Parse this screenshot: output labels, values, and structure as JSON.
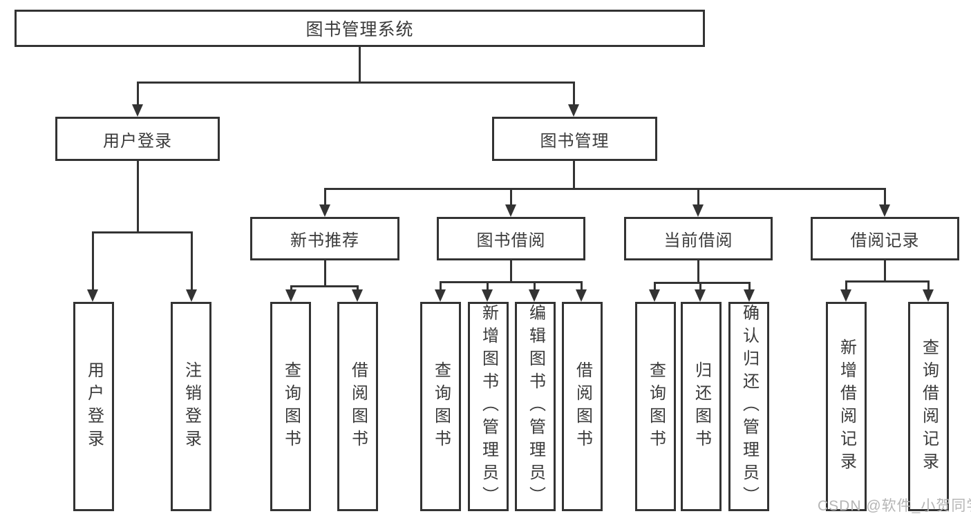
{
  "tree": {
    "root": {
      "label": "图书管理系统"
    },
    "branches": [
      {
        "label": "用户登录",
        "children": [
          {
            "label": "用户登录"
          },
          {
            "label": "注销登录"
          }
        ]
      },
      {
        "label": "图书管理",
        "children": [
          {
            "label": "新书推荐",
            "children": [
              {
                "label": "查询图书"
              },
              {
                "label": "借阅图书"
              }
            ]
          },
          {
            "label": "图书借阅",
            "children": [
              {
                "label": "查询图书"
              },
              {
                "label": "新增图书（管理员）"
              },
              {
                "label": "编辑图书（管理员）"
              },
              {
                "label": "借阅图书"
              }
            ]
          },
          {
            "label": "当前借阅",
            "children": [
              {
                "label": "查询图书"
              },
              {
                "label": "归还图书"
              },
              {
                "label": "确认归还（管理员）"
              }
            ]
          },
          {
            "label": "借阅记录",
            "children": [
              {
                "label": "新增借阅记录"
              },
              {
                "label": "查询借阅记录"
              }
            ]
          }
        ]
      }
    ]
  },
  "watermark": {
    "text": "CSDN @软件_小贺同学"
  },
  "colors": {
    "line": "#333333",
    "text": "#3a3a3a",
    "background": "#ffffff",
    "watermark": "#b5b5b5"
  }
}
